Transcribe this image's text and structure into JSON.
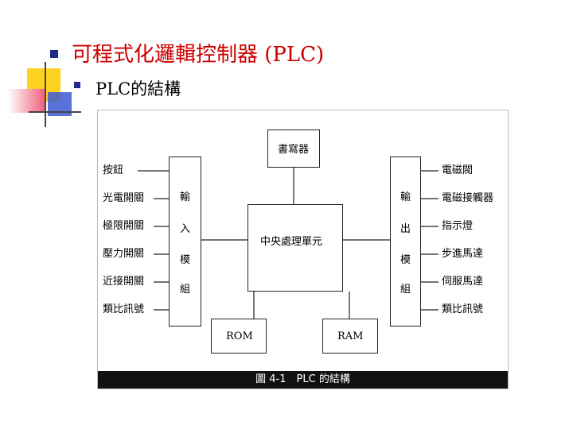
{
  "slide": {
    "title": "可程式化邏輯控制器 (PLC)",
    "subtitle": "PLC的結構"
  },
  "diagram": {
    "writer": "書寫器",
    "cpu": "中央處理單元",
    "rom": "ROM",
    "ram": "RAM",
    "input_module": [
      "輸",
      "入",
      "模",
      "組"
    ],
    "output_module": [
      "輸",
      "出",
      "模",
      "組"
    ],
    "inputs": [
      "按鈕",
      "光電開關",
      "極限開關",
      "壓力開關",
      "近接開關",
      "類比訊號"
    ],
    "outputs": [
      "電磁閥",
      "電磁接觸器",
      "指示燈",
      "步進馬達",
      "伺服馬達",
      "類比訊號"
    ],
    "caption": "圖 4-1　PLC 的結構"
  },
  "colors": {
    "title": "#cc0000",
    "bullet": "#1f2a8a",
    "deco_yellow": "#ffd21f",
    "deco_pink": "#f05a78",
    "deco_blue": "#3b5bd6"
  }
}
